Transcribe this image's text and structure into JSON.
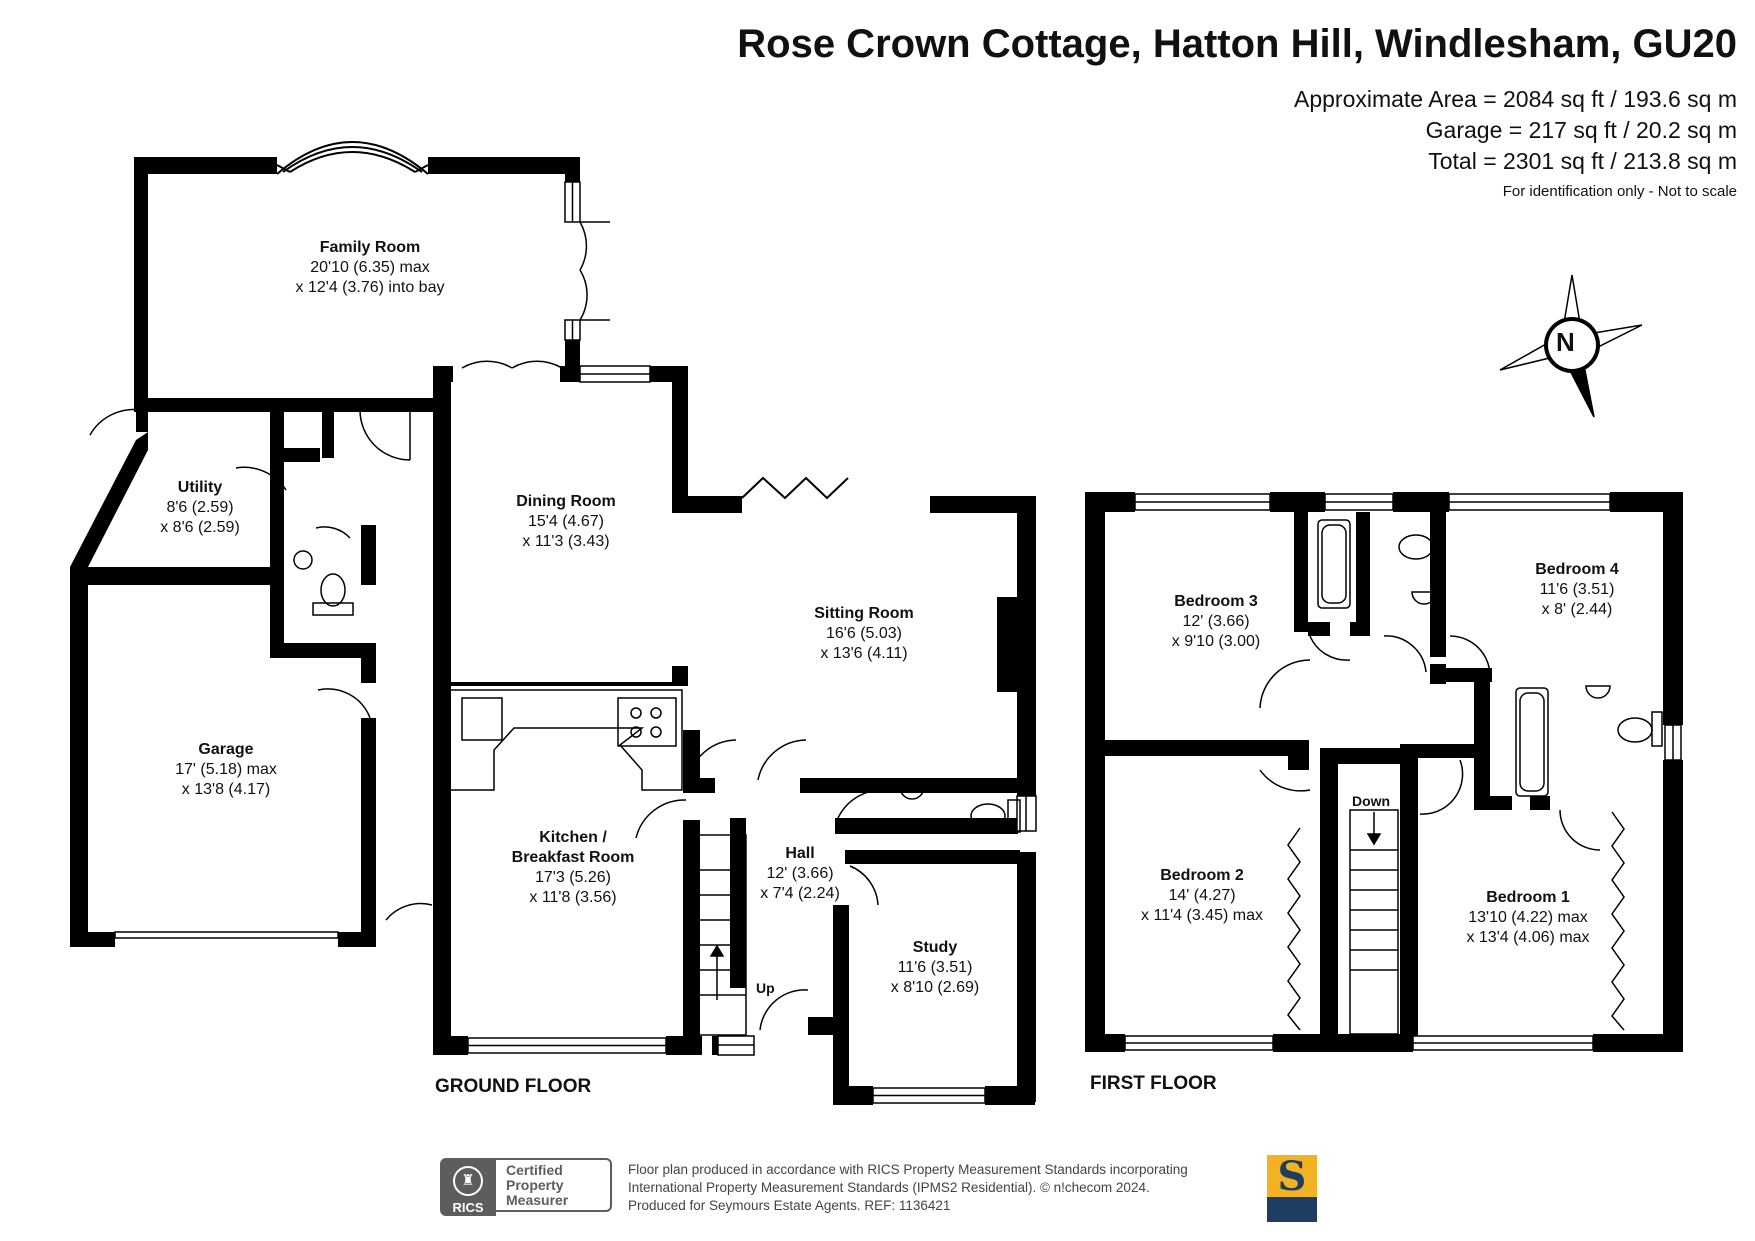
{
  "header": {
    "title": "Rose Crown Cottage, Hatton Hill, Windlesham, GU20",
    "area_total": "Approximate Area = 2084 sq ft / 193.6 sq m",
    "area_garage": "Garage = 217 sq ft / 20.2 sq m",
    "area_grand": "Total = 2301 sq ft / 213.8 sq m",
    "disclaimer": "For identification only - Not to scale"
  },
  "compass": {
    "letter": "N",
    "icon": "compass-rose-icon"
  },
  "floors": {
    "ground": "GROUND FLOOR",
    "first": "FIRST FLOOR"
  },
  "stairs": {
    "up": "Up",
    "down": "Down"
  },
  "rooms": {
    "family": {
      "name": "Family Room",
      "l1": "20'10 (6.35) max",
      "l2": "x 12'4 (3.76) into bay"
    },
    "utility": {
      "name": "Utility",
      "l1": "8'6 (2.59)",
      "l2": "x 8'6 (2.59)"
    },
    "dining": {
      "name": "Dining Room",
      "l1": "15'4 (4.67)",
      "l2": "x 11'3 (3.43)"
    },
    "sitting": {
      "name": "Sitting Room",
      "l1": "16'6 (5.03)",
      "l2": "x 13'6 (4.11)"
    },
    "garage": {
      "name": "Garage",
      "l1": "17' (5.18) max",
      "l2": "x 13'8 (4.17)"
    },
    "kitchen": {
      "name": "Kitchen /",
      "name2": "Breakfast Room",
      "l1": "17'3 (5.26)",
      "l2": "x 11'8 (3.56)"
    },
    "hall": {
      "name": "Hall",
      "l1": "12' (3.66)",
      "l2": "x 7'4 (2.24)"
    },
    "study": {
      "name": "Study",
      "l1": "11'6 (3.51)",
      "l2": "x 8'10 (2.69)"
    },
    "bed3": {
      "name": "Bedroom 3",
      "l1": "12' (3.66)",
      "l2": "x 9'10 (3.00)"
    },
    "bed4": {
      "name": "Bedroom 4",
      "l1": "11'6 (3.51)",
      "l2": "x 8' (2.44)"
    },
    "bed2": {
      "name": "Bedroom 2",
      "l1": "14' (4.27)",
      "l2": "x 11'4 (3.45) max"
    },
    "bed1": {
      "name": "Bedroom 1",
      "l1": "13'10 (4.22) max",
      "l2": "x 13'4 (4.06) max"
    }
  },
  "footer": {
    "line1": "Floor plan produced in accordance with RICS Property Measurement Standards incorporating",
    "line2": "International Property Measurement Standards (IPMS2 Residential).   © n!checom 2024.",
    "line3": "Produced for Seymours Estate Agents.   REF:  1136421",
    "rics_abbr": "RICS",
    "rics_c1": "Certified",
    "rics_c2": "Property",
    "rics_c3": "Measurer",
    "brand_letter": "S"
  },
  "colors": {
    "wall": "#000000",
    "rics_grey": "#5d5d5d",
    "brand_gold": "#f2b224",
    "brand_navy": "#1d3d63"
  }
}
